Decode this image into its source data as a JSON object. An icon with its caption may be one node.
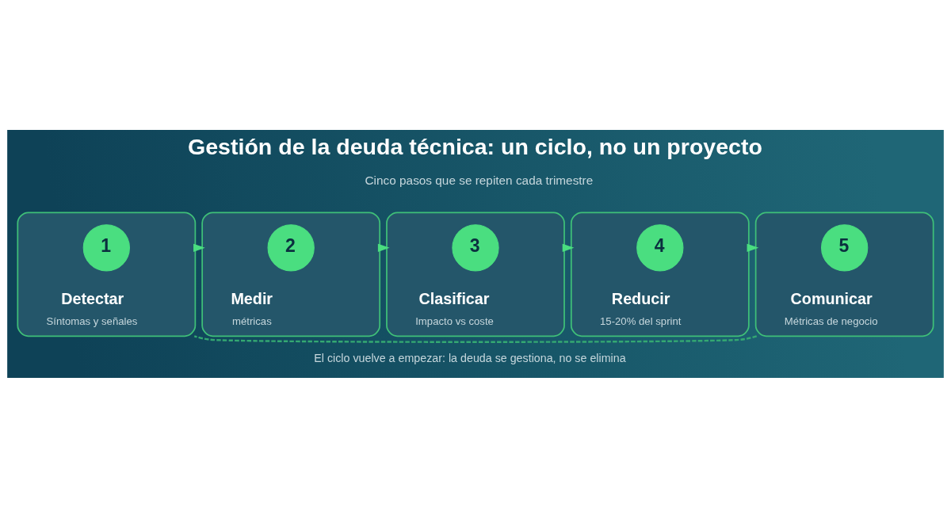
{
  "diagram": {
    "title": "Gestión de la deuda técnica: un ciclo, no un proyecto",
    "caption": "El ciclo vuelve a empezar: la deuda se gestiona, no se elimina",
    "nodes": [
      {
        "text": [
          "Detectar",
          "Síntomas y señales"
        ]
      },
      {
        "text": [
          "1"
        ],
        "in": 0
      },
      {
        "text": [
          "Medir",
          "métricas"
        ]
      },
      {
        "text": [
          "2"
        ],
        "in": 2
      },
      {
        "text": [
          "Clasificar",
          "Impacto vs coste"
        ]
      },
      {
        "text": [
          "3"
        ],
        "in": 4
      },
      {
        "text": [
          "Reducir",
          "15-20% del sprint"
        ]
      },
      {
        "text": [
          "4"
        ],
        "in": 6
      },
      {
        "text": [
          "Comunicar",
          "Métricas de negocio"
        ]
      },
      {
        "text": [
          "5"
        ],
        "in": 8
      }
    ],
    "edges": [
      {
        "from": 0,
        "to": 2,
        "arrow": "to"
      },
      {
        "from": 2,
        "to": 4,
        "arrow": "to"
      },
      {
        "from": 4,
        "to": 6,
        "arrow": "to"
      },
      {
        "from": 6,
        "to": 8,
        "arrow": "to"
      },
      {
        "from": 8,
        "to": 0,
        "arrow": "none",
        "style": "dashed",
        "color": "#34a872"
      }
    ],
    "labels": [
      "Cinco pasos que se repiten cada trimestre"
    ]
  }
}
